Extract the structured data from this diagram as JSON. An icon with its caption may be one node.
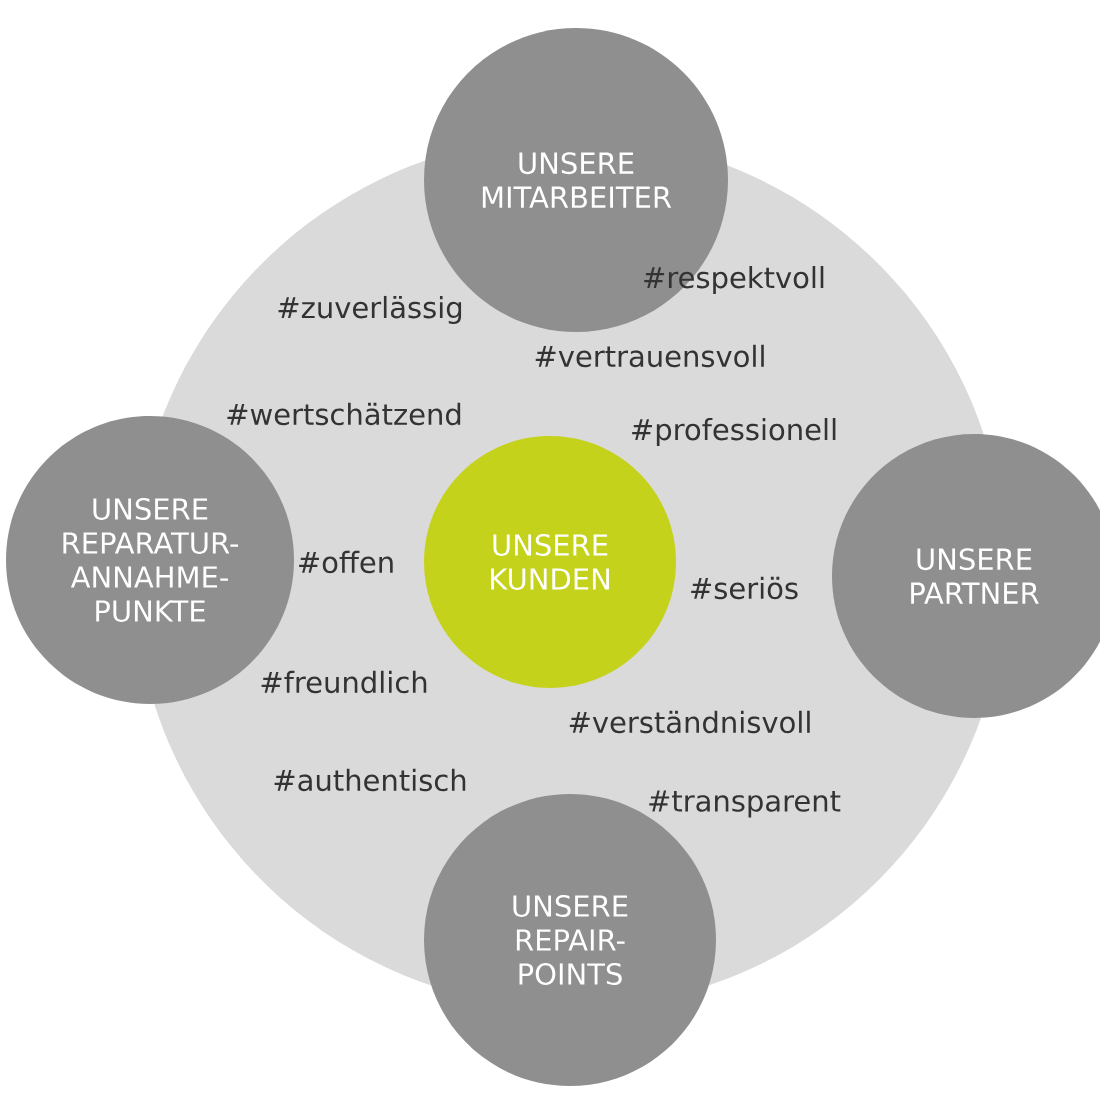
{
  "diagram": {
    "nodes": [
      {
        "text": [
          "UNSERE MITARBEITER"
        ]
      },
      {
        "text": [
          "UNSERE REPARATUR-ANNAHME-PUNKTE"
        ]
      },
      {
        "text": [
          "UNSERE KUNDEN"
        ]
      },
      {
        "text": [
          "UNSERE PARTNER"
        ]
      },
      {
        "text": [
          "UNSERE REPAIR-POINTS"
        ]
      }
    ],
    "labels": [
      "#respektvoll",
      "#zuverlässig",
      "#vertrauensvoll",
      "#wertschätzend",
      "#professionell",
      "#offen",
      "#seriös",
      "#freundlich",
      "#verständnisvoll",
      "#authentisch",
      "#transparent"
    ]
  }
}
